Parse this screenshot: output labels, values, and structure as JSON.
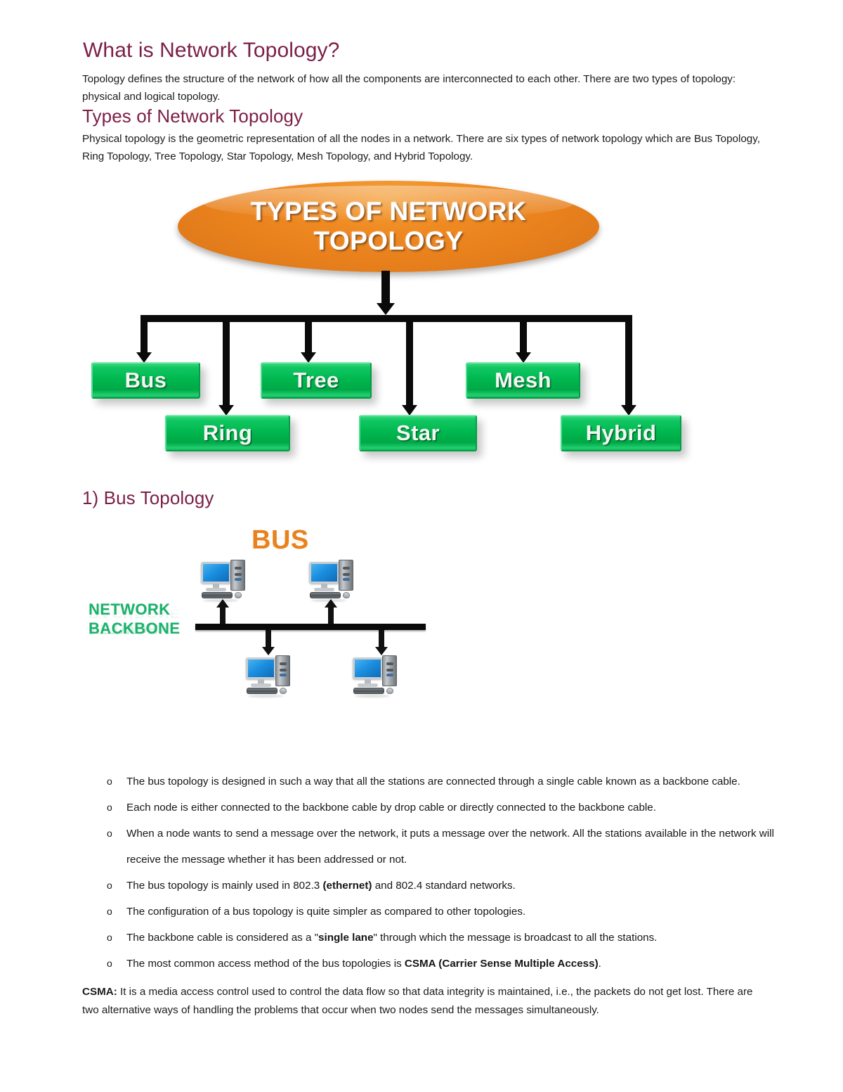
{
  "document": {
    "title": "What is Network Topology?",
    "intro": "Topology defines the structure of the network of how all the components are interconnected to each other. There are two types of topology: physical and logical topology.",
    "section_heading": "Types of Network Topology",
    "section_intro": "Physical topology is the geometric representation of all the nodes in a network. There are six types of network topology which are Bus Topology, Ring Topology, Tree Topology, Star Topology, Mesh Topology, and Hybrid Topology.",
    "subsection_heading": "1) Bus Topology"
  },
  "tree_diagram": {
    "root_line1": "TYPES OF NETWORK",
    "root_line2": "TOPOLOGY",
    "root_color": "#E8801C",
    "node_color": "#00B84F",
    "nodes": [
      {
        "label": "Bus"
      },
      {
        "label": "Ring"
      },
      {
        "label": "Tree"
      },
      {
        "label": "Star"
      },
      {
        "label": "Mesh"
      },
      {
        "label": "Hybrid"
      }
    ]
  },
  "bus_figure": {
    "title": "BUS",
    "title_color": "#E8821E",
    "backbone_label_line1": "NETWORK",
    "backbone_label_line2": "BACKBONE",
    "backbone_label_color": "#19B36B",
    "computer_count": 4
  },
  "bullets": [
    {
      "parts": [
        {
          "text": "The bus topology is designed in such a way that all the stations are connected through a single cable known as a backbone cable.",
          "bold": false
        }
      ]
    },
    {
      "parts": [
        {
          "text": "Each node is either connected to the backbone cable by drop cable or directly connected to the backbone cable.",
          "bold": false
        }
      ]
    },
    {
      "parts": [
        {
          "text": "When a node wants to send a message over the network, it puts a message over the network. All the stations available in the network will receive the message whether it has been addressed or not.",
          "bold": false
        }
      ]
    },
    {
      "parts": [
        {
          "text": "The bus topology is mainly used in 802.3 ",
          "bold": false
        },
        {
          "text": "(ethernet)",
          "bold": true
        },
        {
          "text": " and 802.4 standard networks.",
          "bold": false
        }
      ]
    },
    {
      "parts": [
        {
          "text": "The configuration of a bus topology is quite simpler as compared to other topologies.",
          "bold": false
        }
      ]
    },
    {
      "parts": [
        {
          "text": "The backbone cable is considered as a \"",
          "bold": false
        },
        {
          "text": "single lane",
          "bold": true
        },
        {
          "text": "\" through which the message is broadcast to all the stations.",
          "bold": false
        }
      ]
    },
    {
      "parts": [
        {
          "text": "The most common access method of the bus topologies is ",
          "bold": false
        },
        {
          "text": "CSMA (Carrier Sense Multiple Access)",
          "bold": true
        },
        {
          "text": ".",
          "bold": false
        }
      ]
    }
  ],
  "bullet_marker": "o",
  "closing_paragraph": {
    "label": "CSMA:",
    "text": " It is a media access control used to control the data flow so that data integrity is maintained, i.e., the packets do not get lost. There are two alternative ways of handling the problems that occur when two nodes send the messages simultaneously."
  }
}
